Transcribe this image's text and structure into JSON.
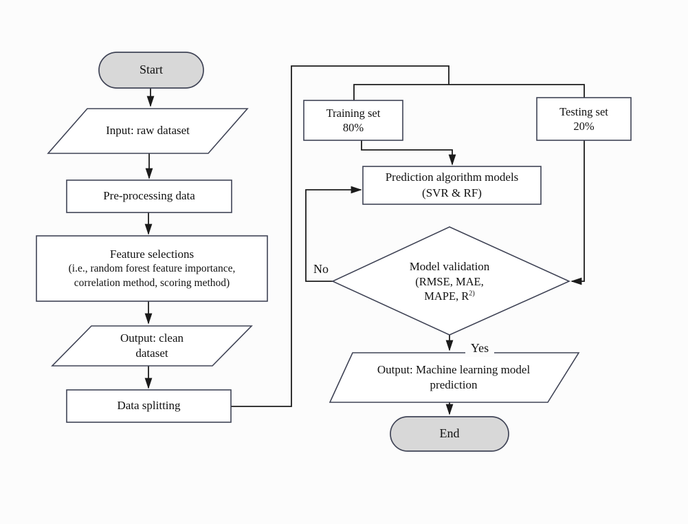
{
  "flowchart": {
    "colors": {
      "background": "#fcfcfc",
      "node_fill": "#ffffff",
      "terminator_fill": "#d8d8d8",
      "border": "#3f4355",
      "line": "#1b1b1b",
      "text": "#111111"
    },
    "nodes": {
      "start": {
        "type": "terminator",
        "label": "Start"
      },
      "input_raw": {
        "type": "io",
        "label": "Input: raw dataset"
      },
      "preprocessing": {
        "type": "process",
        "label": "Pre-processing data"
      },
      "feature_selection": {
        "type": "process",
        "line1": "Feature selections",
        "line2": "(i.e., random forest feature importance,",
        "line3": "correlation method, scoring method)"
      },
      "output_clean": {
        "type": "io",
        "line1": "Output: clean",
        "line2": "dataset"
      },
      "data_splitting": {
        "type": "process",
        "label": "Data splitting"
      },
      "training_set": {
        "type": "process",
        "line1": "Training set",
        "line2": "80%"
      },
      "testing_set": {
        "type": "process",
        "line1": "Testing set",
        "line2": "20%"
      },
      "prediction_models": {
        "type": "process",
        "line1": "Prediction algorithm models",
        "line2": "(SVR & RF)"
      },
      "model_validation": {
        "type": "decision",
        "line1": "Model validation",
        "line2": "(RMSE, MAE,",
        "line3_prefix": "MAPE, R",
        "line3_sup": "2)"
      },
      "output_prediction": {
        "type": "io",
        "line1": "Output: Machine learning model",
        "line2": "prediction"
      },
      "end": {
        "type": "terminator",
        "label": "End"
      }
    },
    "edge_labels": {
      "no": "No",
      "yes": "Yes"
    }
  }
}
